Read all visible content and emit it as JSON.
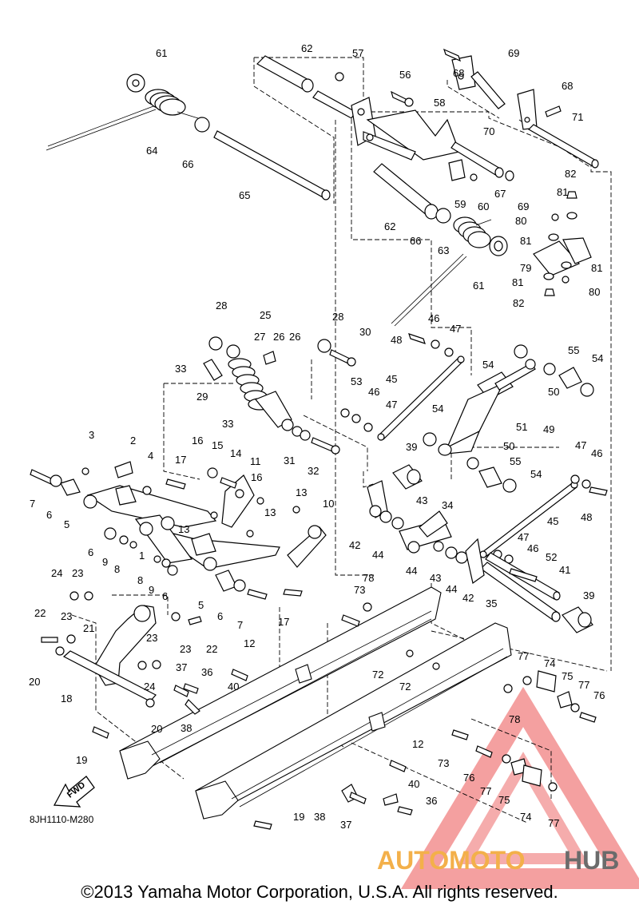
{
  "diagram": {
    "drawing_code": "8JH1110-M280",
    "copyright": "©2013 Yamaha Motor Corporation, U.S.A. All rights reserved.",
    "fwd_label": "FWD",
    "watermark": {
      "part1": "AUTOMOTO",
      "part2": "HUB"
    },
    "callouts": {
      "c1": "1",
      "c2": "2",
      "c3": "3",
      "c4": "4",
      "c5a": "5",
      "c5b": "5",
      "c6a": "6",
      "c6b": "6",
      "c6c": "6",
      "c6d": "6",
      "c7a": "7",
      "c7b": "7",
      "c8a": "8",
      "c8b": "8",
      "c9a": "9",
      "c9b": "9",
      "c10": "10",
      "c11": "11",
      "c12a": "12",
      "c12b": "12",
      "c13a": "13",
      "c13b": "13",
      "c13c": "13",
      "c14": "14",
      "c15": "15",
      "c16a": "16",
      "c16b": "16",
      "c17a": "17",
      "c17b": "17",
      "c18": "18",
      "c19a": "19",
      "c19b": "19",
      "c20a": "20",
      "c20b": "20",
      "c21": "21",
      "c22a": "22",
      "c22b": "22",
      "c23a": "23",
      "c23b": "23",
      "c23c": "23",
      "c23d": "23",
      "c24a": "24",
      "c24b": "24",
      "c25": "25",
      "c26a": "26",
      "c26b": "26",
      "c27": "27",
      "c28a": "28",
      "c28b": "28",
      "c29": "29",
      "c30": "30",
      "c31": "31",
      "c32": "32",
      "c33a": "33",
      "c33b": "33",
      "c34": "34",
      "c35": "35",
      "c36a": "36",
      "c36b": "36",
      "c37a": "37",
      "c37b": "37",
      "c38a": "38",
      "c38b": "38",
      "c39a": "39",
      "c39b": "39",
      "c40a": "40",
      "c40b": "40",
      "c41": "41",
      "c42a": "42",
      "c42b": "42",
      "c43a": "43",
      "c43b": "43",
      "c44a": "44",
      "c44b": "44",
      "c44c": "44",
      "c45a": "45",
      "c45b": "45",
      "c46a": "46",
      "c46b": "46",
      "c46c": "46",
      "c46d": "46",
      "c47a": "47",
      "c47b": "47",
      "c47c": "47",
      "c47d": "47",
      "c48a": "48",
      "c48b": "48",
      "c49": "49",
      "c50a": "50",
      "c50b": "50",
      "c51": "51",
      "c52": "52",
      "c53": "53",
      "c54a": "54",
      "c54b": "54",
      "c54c": "54",
      "c54d": "54",
      "c55a": "55",
      "c55b": "55",
      "c56": "56",
      "c57": "57",
      "c58": "58",
      "c59": "59",
      "c60": "60",
      "c61a": "61",
      "c61b": "61",
      "c62a": "62",
      "c62b": "62",
      "c63": "63",
      "c64": "64",
      "c65": "65",
      "c66a": "66",
      "c66b": "66",
      "c67": "67",
      "c68a": "68",
      "c68b": "68",
      "c69a": "69",
      "c69b": "69",
      "c70": "70",
      "c71": "71",
      "c72a": "72",
      "c72b": "72",
      "c73a": "73",
      "c73b": "73",
      "c74a": "74",
      "c74b": "74",
      "c75a": "75",
      "c75b": "75",
      "c76a": "76",
      "c76b": "76",
      "c77a": "77",
      "c77b": "77",
      "c77c": "77",
      "c77d": "77",
      "c78a": "78",
      "c78b": "78",
      "c79": "79",
      "c80a": "80",
      "c80b": "80",
      "c81a": "81",
      "c81b": "81",
      "c81c": "81",
      "c81d": "81",
      "c82a": "82",
      "c82b": "82"
    }
  }
}
